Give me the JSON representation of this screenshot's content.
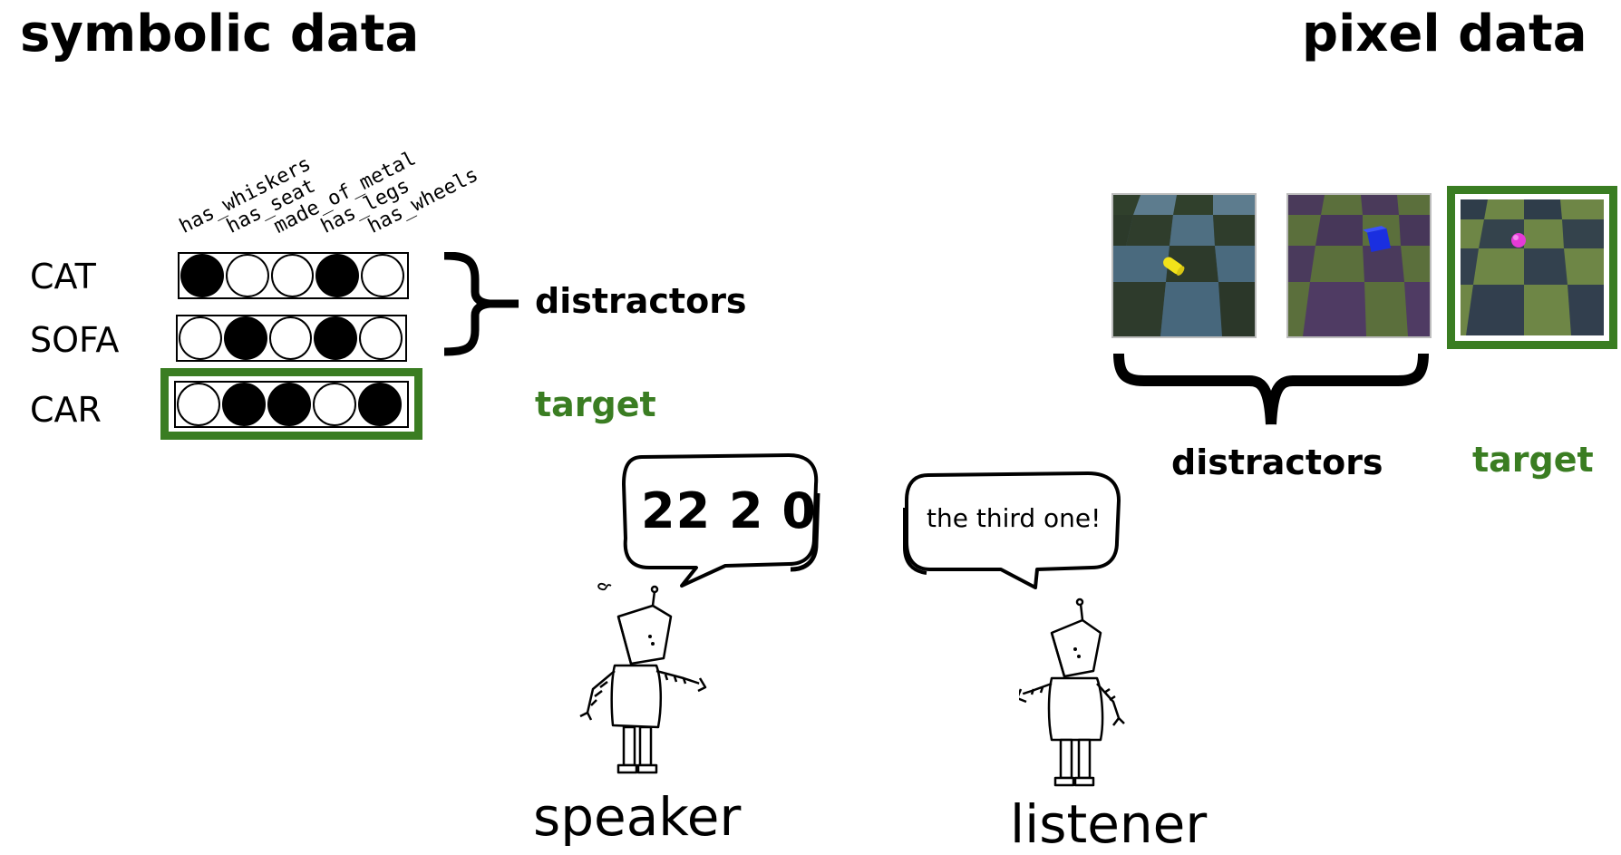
{
  "symbolic": {
    "heading": "symbolic data",
    "features": [
      "has_whiskers",
      "has_seat",
      "made_of_metal",
      "has_legs",
      "has_wheels"
    ],
    "rows": [
      {
        "label": "CAT",
        "bits": [
          1,
          0,
          0,
          1,
          0
        ],
        "role": "distractor"
      },
      {
        "label": "SOFA",
        "bits": [
          0,
          1,
          0,
          1,
          0
        ],
        "role": "distractor"
      },
      {
        "label": "CAR",
        "bits": [
          0,
          1,
          1,
          0,
          1
        ],
        "role": "target"
      }
    ],
    "distractors_label": "distractors",
    "target_label": "target"
  },
  "pixel": {
    "heading": "pixel data",
    "images": [
      {
        "object": "yellow cylinder",
        "object_color": "#f2e21a",
        "role": "distractor"
      },
      {
        "object": "blue cube",
        "object_color": "#1a2fe0",
        "role": "distractor"
      },
      {
        "object": "magenta sphere",
        "object_color": "#e53ad6",
        "role": "target"
      }
    ],
    "distractors_label": "distractors",
    "target_label": "target"
  },
  "speaker": {
    "message": "22 2 0",
    "label": "speaker"
  },
  "listener": {
    "message": "the third one!",
    "label": "listener"
  },
  "colors": {
    "target_green": "#3a7d22",
    "black": "#000000"
  }
}
